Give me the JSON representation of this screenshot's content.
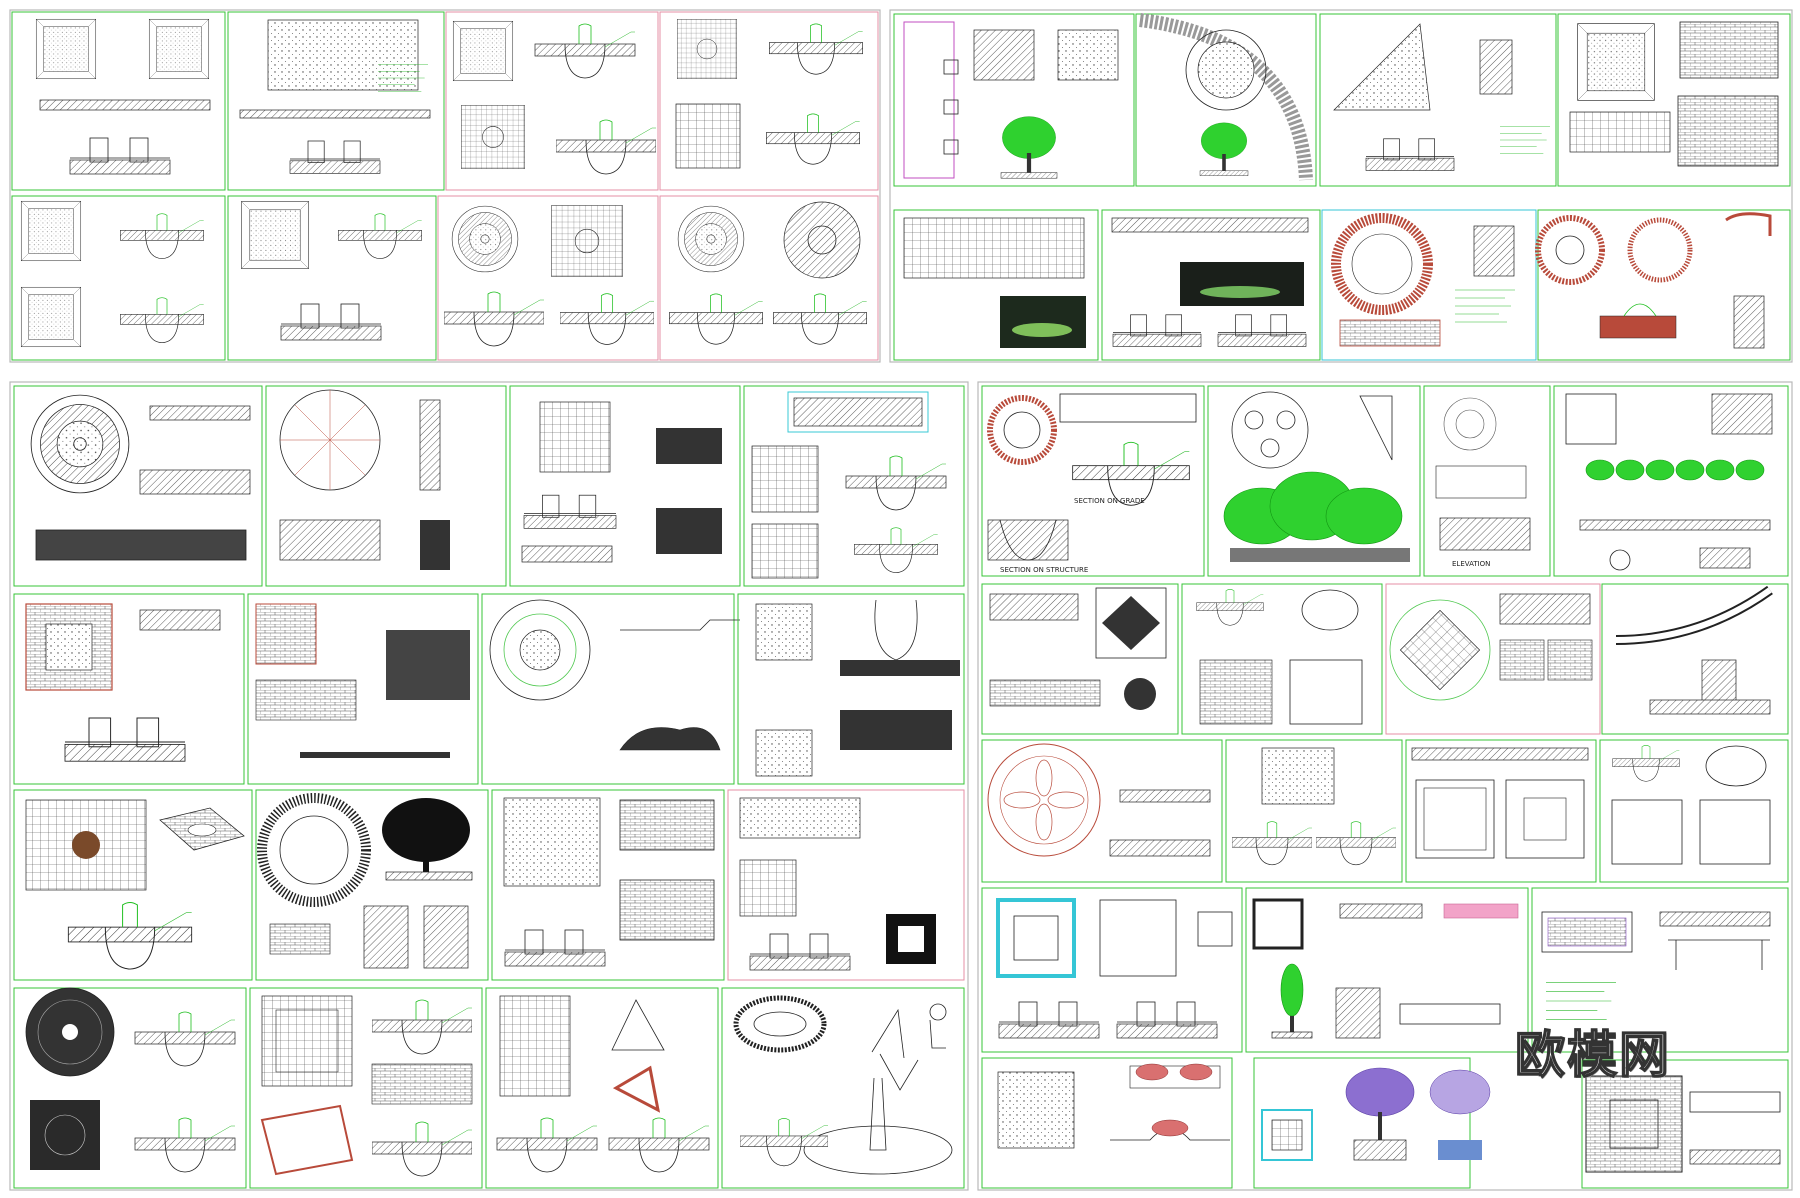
{
  "image": {
    "description_kind": "landscape tree-pool construction drawing collage",
    "background": "#ffffff"
  },
  "colors": {
    "linework": "#222222",
    "frame_green": "#37c437",
    "frame_pink": "#e58fa6",
    "frame_cyan": "#35c6d6",
    "annotation_green": "#2ab82a",
    "tree_green": "#2fd12f",
    "tree_purple": "#8c6fd0",
    "panel_border": "#b9b9b9"
  },
  "labels": {
    "section_grade": "SECTION ON GRADE",
    "section_structure": "SECTION ON STRUCTURE",
    "elevation": "ELEVATION"
  },
  "logo": {
    "text": "欧模网"
  }
}
